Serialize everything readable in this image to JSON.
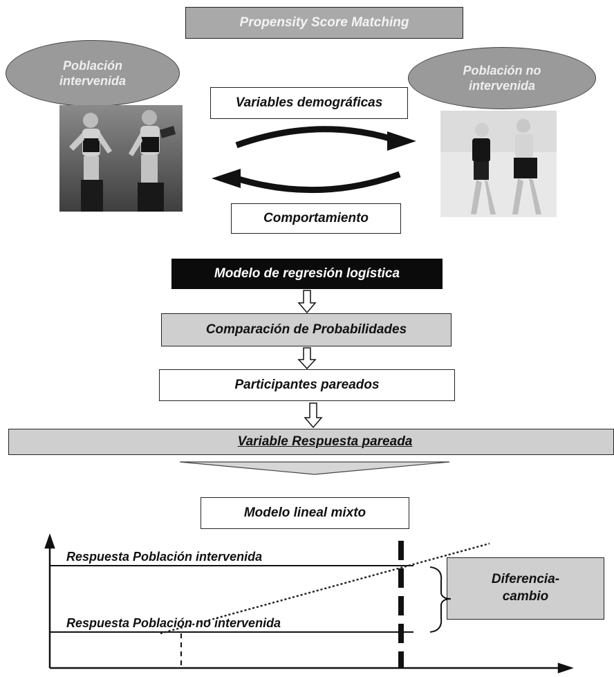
{
  "title": "Propensity Score Matching",
  "populations": {
    "treated": "Población intervenida",
    "control": "Población no intervenida"
  },
  "cycle": {
    "top_label": "Variables demográficas",
    "bottom_label": "Comportamiento"
  },
  "flow": {
    "step1": "Modelo de regresión logística",
    "step2": "Comparación de Probabilidades",
    "step3": "Participantes pareados",
    "step4": "Variable Respuesta pareada",
    "step5": "Modelo lineal mixto"
  },
  "graph": {
    "treated_response": "Respuesta Población intervenida",
    "control_response": "Respuesta Población no intervenida",
    "difference_label": "Diferencia-cambio"
  },
  "colors": {
    "box_gray": "#cfcfcf",
    "ellipse_gray": "#9a9a9a",
    "dark": "#0b0b0b"
  }
}
